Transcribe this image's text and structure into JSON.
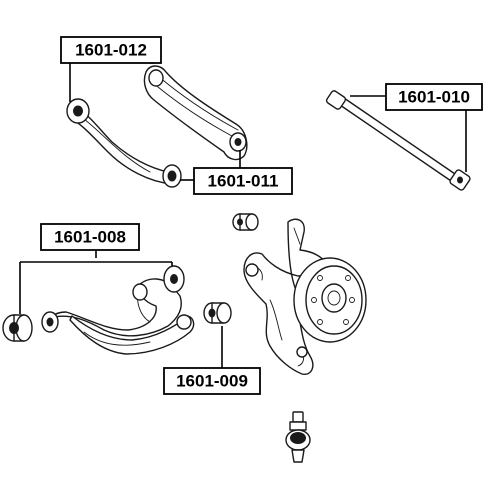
{
  "labels": {
    "p012": "1601-012",
    "p011": "1601-011",
    "p010": "1601-010",
    "p008": "1601-008",
    "p009": "1601-009"
  },
  "colors": {
    "line": "#1a1a1a",
    "label_border": "#000000",
    "background": "#ffffff"
  }
}
